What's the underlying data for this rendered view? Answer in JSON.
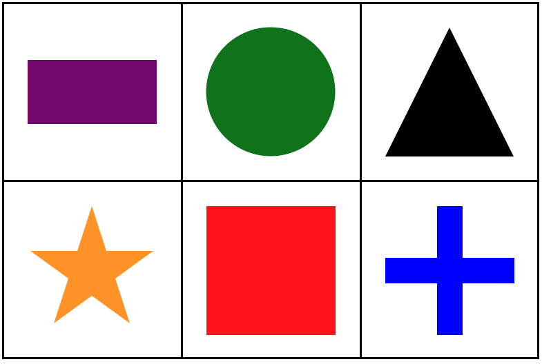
{
  "grid": {
    "rows": 2,
    "columns": 3
  },
  "shapes": [
    {
      "name": "rectangle",
      "color": "#750A6C"
    },
    {
      "name": "circle",
      "color": "#10721A"
    },
    {
      "name": "triangle",
      "color": "#000000"
    },
    {
      "name": "star",
      "color": "#FF9328"
    },
    {
      "name": "square",
      "color": "#FF121A"
    },
    {
      "name": "cross",
      "color": "#0000FF"
    }
  ],
  "colors": {
    "grid_lines": "#000000",
    "background": "#FFFFFF"
  }
}
